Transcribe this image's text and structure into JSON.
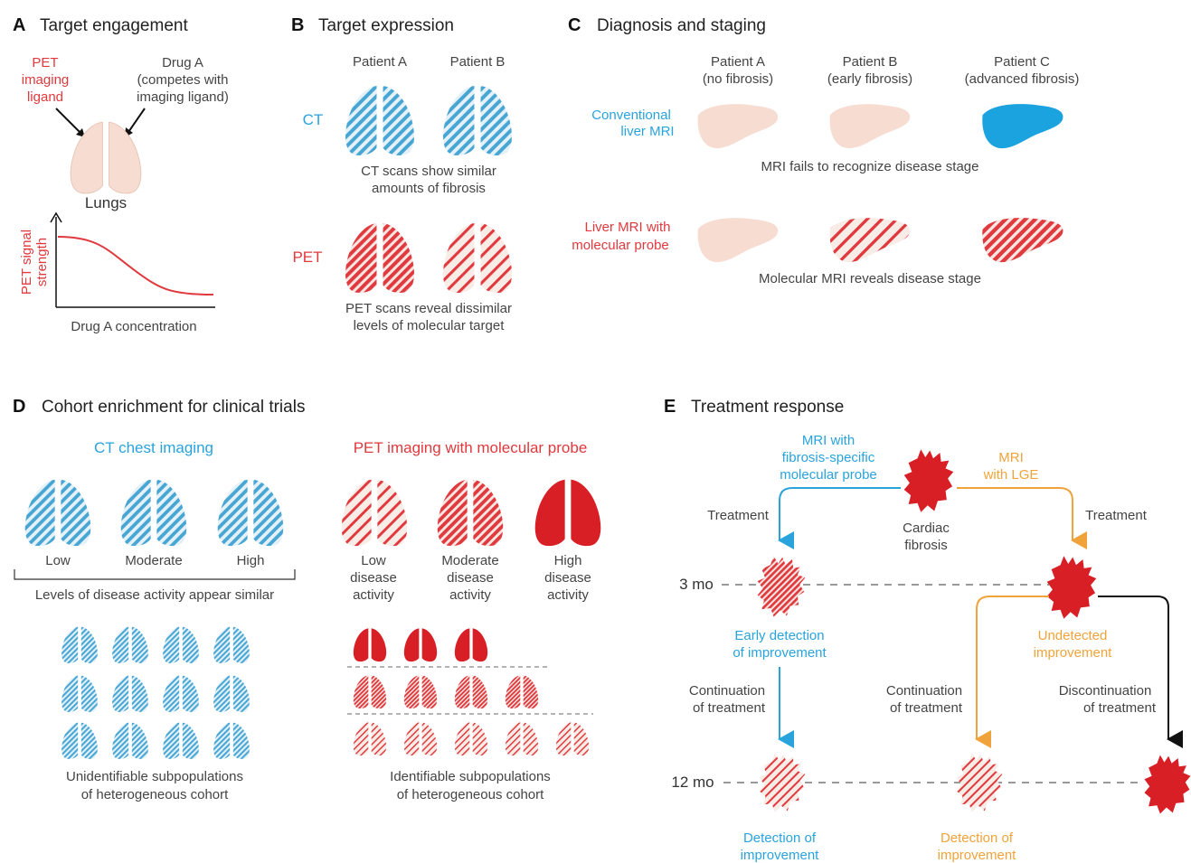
{
  "colors": {
    "red": "#e0393e",
    "blue": "#29a3dc",
    "orange": "#f0a33a",
    "lung_pink": "#f6dcd1",
    "dark_red": "#d81f26",
    "gray": "#9b9b9b"
  },
  "panels": {
    "A": {
      "letter": "A",
      "title": "Target engagement",
      "pet_ligand": [
        "PET",
        "imaging",
        "ligand"
      ],
      "drug": [
        "Drug A",
        "(competes with",
        "imaging ligand)"
      ],
      "lungs": "Lungs",
      "ylabel": [
        "PET signal",
        "strength"
      ],
      "xlabel": "Drug A concentration"
    },
    "B": {
      "letter": "B",
      "title": "Target expression",
      "patient_a": "Patient A",
      "patient_b": "Patient B",
      "ct": "CT",
      "pet": "PET",
      "ct_caption": [
        "CT scans show similar",
        "amounts of fibrosis"
      ],
      "pet_caption": [
        "PET scans reveal dissimilar",
        "levels of molecular target"
      ]
    },
    "C": {
      "letter": "C",
      "title": "Diagnosis and staging",
      "patients": [
        {
          "name": "Patient A",
          "sub": "(no fibrosis)"
        },
        {
          "name": "Patient B",
          "sub": "(early fibrosis)"
        },
        {
          "name": "Patient C",
          "sub": "(advanced fibrosis)"
        }
      ],
      "conventional": [
        "Conventional",
        "liver MRI"
      ],
      "molecular": [
        "Liver MRI with",
        "molecular probe"
      ],
      "caption1": "MRI fails to recognize disease stage",
      "caption2": "Molecular MRI reveals disease stage"
    },
    "D": {
      "letter": "D",
      "title": "Cohort enrichment for clinical trials",
      "ct_title": "CT chest imaging",
      "pet_title": "PET imaging with molecular probe",
      "ct_levels": [
        "Low",
        "Moderate",
        "High"
      ],
      "pet_levels": [
        [
          "Low",
          "disease",
          "activity"
        ],
        [
          "Moderate",
          "disease",
          "activity"
        ],
        [
          "High",
          "disease",
          "activity"
        ]
      ],
      "ct_note": "Levels of disease activity appear similar",
      "ct_caption": [
        "Unidentifiable subpopulations",
        "of heterogeneous cohort"
      ],
      "pet_caption": [
        "Identifiable subpopulations",
        "of heterogeneous cohort"
      ]
    },
    "E": {
      "letter": "E",
      "title": "Treatment response",
      "mri_probe": [
        "MRI with",
        "fibrosis-specific",
        "molecular probe"
      ],
      "mri_lge": [
        "MRI",
        "with LGE"
      ],
      "cardiac": [
        "Cardiac",
        "fibrosis"
      ],
      "treatment_left": "Treatment",
      "treatment_right": "Treatment",
      "t3": "3 mo",
      "t12": "12 mo",
      "early_detection": [
        "Early detection",
        "of improvement"
      ],
      "undetected": [
        "Undetected",
        "improvement"
      ],
      "cont_left": [
        "Continuation",
        "of treatment"
      ],
      "cont_mid": [
        "Continuation",
        "of treatment"
      ],
      "discont": [
        "Discontinuation",
        "of treatment"
      ],
      "detect_blue": [
        "Detection of",
        "improvement"
      ],
      "detect_orange": [
        "Detection of",
        "improvement"
      ]
    }
  }
}
